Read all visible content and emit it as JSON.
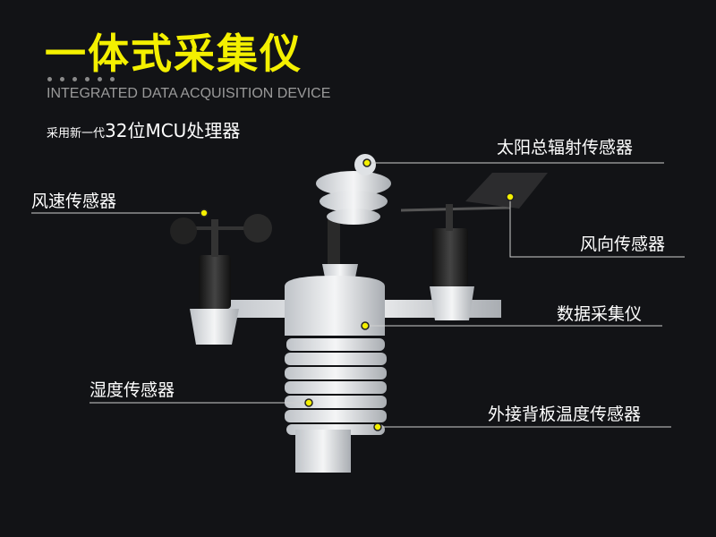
{
  "title": "一体式采集仪",
  "subtitle": "INTEGRATED DATA ACQUISITION DEVICE",
  "mcu_prefix": "采用新一代",
  "mcu_main": "32位MCU处理器",
  "labels": {
    "solar": "太阳总辐射传感器",
    "wind_speed": "风速传感器",
    "wind_direction": "风向传感器",
    "collector": "数据采集仪",
    "humidity": "湿度传感器",
    "backplate_temp": "外接背板温度传感器"
  },
  "colors": {
    "accent": "#f4f000",
    "background": "#121316"
  }
}
